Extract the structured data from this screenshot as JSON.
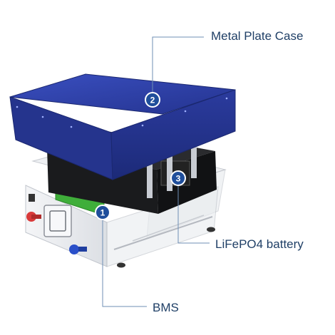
{
  "callouts": [
    {
      "number": "1",
      "label": "BMS"
    },
    {
      "number": "2",
      "label": "Metal Plate Case"
    },
    {
      "number": "3",
      "label": "LiFePO4 battery"
    }
  ],
  "colors": {
    "case_blue": "#283a9c",
    "case_blue_dark": "#1b2870",
    "badge_blue": "#1f4e9b",
    "leader_line": "#6f8fb5",
    "label_text": "#1f3f66",
    "bms_board": "#3fae3a",
    "terminal_red": "#d93a3a",
    "terminal_blue": "#2a4fc9"
  }
}
